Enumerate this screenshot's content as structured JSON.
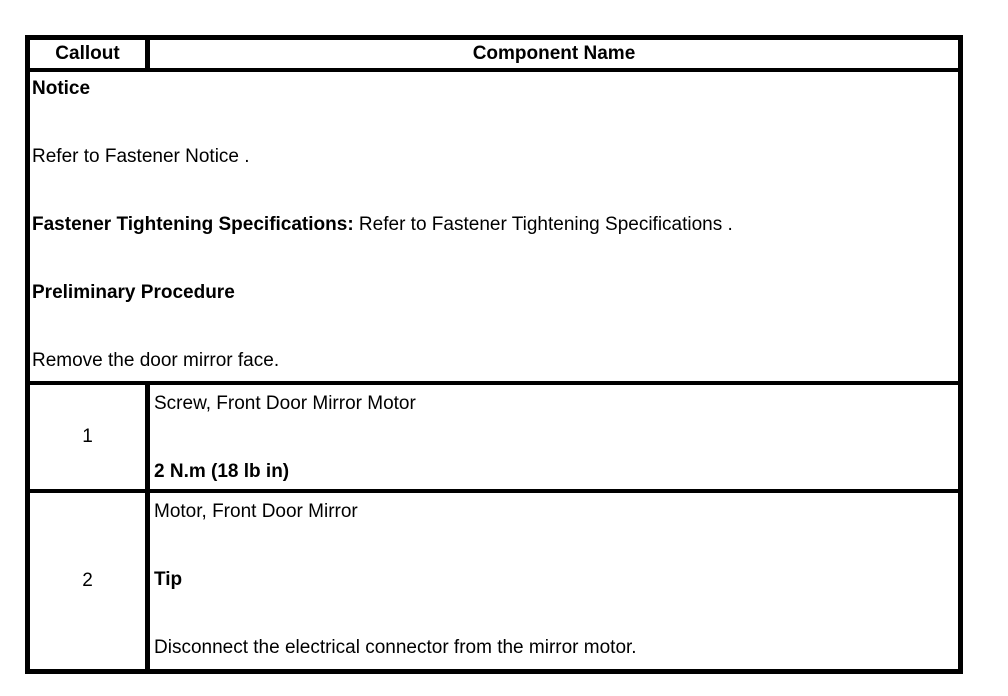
{
  "table": {
    "header": {
      "callout_label": "Callout",
      "component_name_label": "Component Name"
    },
    "notice": {
      "paragraphs": [
        {
          "runs": [
            {
              "text": "Notice",
              "bold": true
            }
          ]
        },
        {
          "runs": [
            {
              "text": "Refer to Fastener Notice .",
              "bold": false
            }
          ]
        },
        {
          "runs": [
            {
              "text": "Fastener Tightening Specifications:",
              "bold": true
            },
            {
              "text": " Refer to Fastener Tightening Specifications .",
              "bold": false
            }
          ]
        },
        {
          "runs": [
            {
              "text": "Preliminary Procedure",
              "bold": true
            }
          ]
        },
        {
          "runs": [
            {
              "text": "Remove the door mirror face.",
              "bold": false
            }
          ]
        }
      ]
    },
    "rows": [
      {
        "callout": "1",
        "paragraphs": [
          {
            "runs": [
              {
                "text": "Screw, Front Door Mirror Motor",
                "bold": false
              }
            ]
          },
          {
            "runs": [
              {
                "text": "2 N.m (18 lb in)",
                "bold": true
              }
            ]
          }
        ]
      },
      {
        "callout": "2",
        "paragraphs": [
          {
            "runs": [
              {
                "text": "Motor, Front Door Mirror",
                "bold": false
              }
            ]
          },
          {
            "runs": [
              {
                "text": "Tip",
                "bold": true
              }
            ]
          },
          {
            "runs": [
              {
                "text": "Disconnect the electrical connector from the mirror motor.",
                "bold": false
              }
            ]
          }
        ]
      }
    ]
  },
  "colors": {
    "border": "#000000",
    "text": "#000000",
    "background": "#ffffff"
  }
}
